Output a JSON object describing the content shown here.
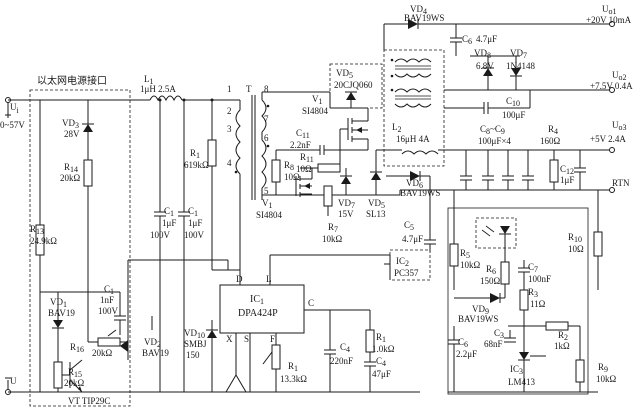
{
  "labels": {
    "ui": "U",
    "ui_sub": "i",
    "ui_range": "0~57V",
    "ethernet_port": "以太网电源接口",
    "vd3": "VD",
    "vd3_sub": "3",
    "vd3_val": "28V",
    "r14": "R",
    "r14_sub": "14",
    "r14_val": "20kΩ",
    "r13": "R",
    "r13_sub": "13",
    "r13_val": "24.9kΩ",
    "vd1": "VD",
    "vd1_sub": "1",
    "vd1_val": "BAV19",
    "c1_left": "C",
    "c1_left_sub": "1",
    "c1_left_val1": "1nF",
    "c1_left_val2": "100V",
    "r16": "R",
    "r16_sub": "16",
    "r16_val": "20kΩ",
    "r15": "R",
    "r15_sub": "15",
    "r15_val": "20kΩ",
    "vt": "VT TIP29C",
    "l1": "L",
    "l1_sub": "1",
    "l1_val": "1μH 2.5A",
    "c1a": "C",
    "c1a_sub": "1",
    "c1a_val1": "1μF",
    "c1a_val2": "100V",
    "c1b": "C",
    "c1b_sub": "1",
    "c1b_val1": "1μF",
    "c1b_val2": "100V",
    "r1": "R",
    "r1_sub": "1",
    "r1_val": "619kΩ",
    "vd2": "VD",
    "vd2_sub": "2",
    "vd2_val": "BAV19",
    "vd10": "VD",
    "vd10_sub": "10",
    "vd10_val1": "SMBJ",
    "vd10_val2": "150",
    "t": "T",
    "pin1": "1",
    "pin2": "2",
    "pin3": "3",
    "pin4": "4",
    "pin5": "5",
    "pin6": "6",
    "pin7": "7",
    "pin8": "8",
    "vd5a": "VD",
    "vd5a_sub": "5",
    "vd5a_val": "20CJQ060",
    "v1a": "V",
    "v1a_sub": "1",
    "v1a_val": "SI4804",
    "c11": "C",
    "c11_sub": "11",
    "c11_val": "2.2nF",
    "r8": "R",
    "r8_sub": "8",
    "r8_val": "10Ω",
    "r11": "R",
    "r11_sub": "11",
    "r11_val": "10Ω",
    "v1b": "V",
    "v1b_sub": "1",
    "v1b_val": "SI4804",
    "vd7": "VD",
    "vd7_sub": "7",
    "vd7_val": "15V",
    "r7": "R",
    "r7_sub": "7",
    "r7_val": "10kΩ",
    "vd5b": "VD",
    "vd5b_sub": "5",
    "vd5b_val": "SL13",
    "vd4": "VD",
    "vd4_sub": "4",
    "vd4_val": "BAV19WS",
    "c6_47": "C",
    "c6_47_sub": "6",
    "c6_47_val": "4.7μF",
    "vd8": "VD",
    "vd8_sub": "8",
    "vd8_val": "6.8V",
    "vd7b": "VD",
    "vd7b_sub": "7",
    "vd7b_val": "1N4148",
    "uo1": "U",
    "uo1_sub": "o1",
    "uo1_val": "+20V 10mA",
    "uo2": "U",
    "uo2_sub": "o2",
    "uo2_val": "+7.5V 0.4A",
    "c10": "C",
    "c10_sub": "10",
    "c10_val": "100μF",
    "l2": "L",
    "l2_sub": "2",
    "l2_val": "16μH 4A",
    "c8c9": "C",
    "c8c9_sub": "8",
    "c8c9_mid": "~C",
    "c8c9_sub2": "9",
    "c8c9_val": "100μF×4",
    "r4": "R",
    "r4_sub": "4",
    "r4_val": "160Ω",
    "c12": "C",
    "c12_sub": "12",
    "c12_val": "1μF",
    "uo3": "U",
    "uo3_sub": "o3",
    "uo3_val": "+5V 2.4A",
    "rtn": "RTN",
    "vd6": "VD",
    "vd6_sub": "6",
    "vd6_val": "BAV19WS",
    "c5": "C",
    "c5_sub": "5",
    "c5_val": "4.7μF",
    "ic2": "IC",
    "ic2_sub": "2",
    "ic2_val": "PC357",
    "r5": "R",
    "r5_sub": "5",
    "r5_val": "10kΩ",
    "r6": "R",
    "r6_sub": "6",
    "r6_val": "150Ω",
    "c7": "C",
    "c7_sub": "7",
    "c7_val": "100nF",
    "r3": "R",
    "r3_sub": "3",
    "r3_val": "11Ω",
    "vd9": "VD",
    "vd9_sub": "9",
    "vd9_val": "BAV19WS",
    "c3": "C",
    "c3_sub": "3",
    "c3_val": "68nF",
    "r2": "R",
    "r2_sub": "2",
    "r2_val": "1kΩ",
    "r10": "R",
    "r10_sub": "10",
    "r10_val": "10Ω",
    "r9": "R",
    "r9_sub": "9",
    "r9_val": "10kΩ",
    "c6_22": "C",
    "c6_22_sub": "6",
    "c6_22_val": "2.2μF",
    "ic3": "IC",
    "ic3_sub": "3",
    "ic3_val": "LM413",
    "ic1": "IC",
    "ic1_sub": "1",
    "ic1_val": "DPA424P",
    "pin_d": "D",
    "pin_l": "L",
    "pin_c": "C",
    "pin_x": "X",
    "pin_s": "S",
    "pin_f": "F",
    "r1b": "R",
    "r1b_sub": "1",
    "r1b_val": "13.3kΩ",
    "c4": "C",
    "c4_sub": "4",
    "c4_val": "220nF",
    "r1c": "R",
    "r1c_sub": "1",
    "r1c_val": "1.0kΩ",
    "c4b": "C",
    "c4b_sub": "4",
    "c4b_val": "47μF"
  }
}
